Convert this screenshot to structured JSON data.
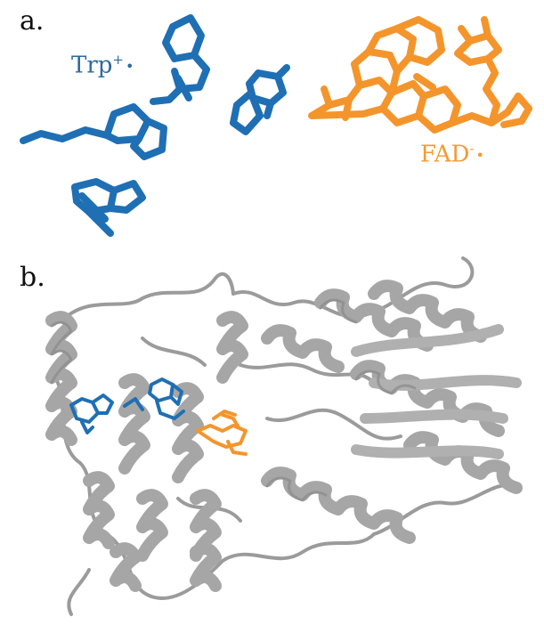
{
  "panel_a": {
    "label": "a.",
    "trp": {
      "name": "Trp",
      "charge": "+",
      "radical": "•",
      "color": "#1f6fb4"
    },
    "fad": {
      "name": "FAD",
      "charge": "-",
      "radical": "•",
      "color": "#f4952c"
    }
  },
  "panel_b": {
    "label": "b.",
    "protein_color": "#a6a6a6",
    "protein_shade": "#8a8a8a"
  }
}
